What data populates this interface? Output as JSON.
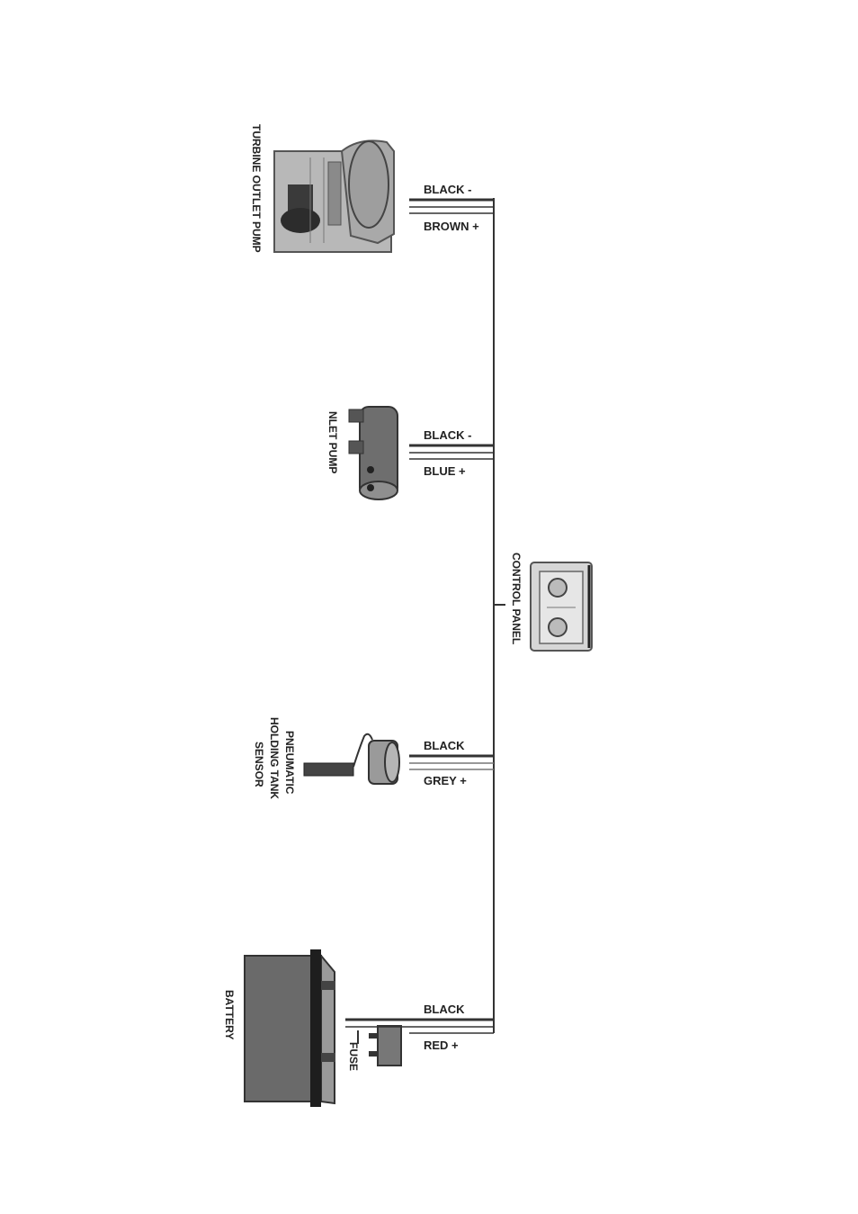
{
  "components": {
    "turbine_pump": {
      "label": "TURBINE OUTLET PUMP"
    },
    "inlet_pump": {
      "label": "NLET PUMP"
    },
    "sensor": {
      "label_lines": [
        "PNEUMATIC",
        "HOLDING TANK",
        "SENSOR"
      ]
    },
    "control_panel": {
      "label": "CONTROL PANEL"
    },
    "battery": {
      "label": "BATTERY"
    },
    "fuse": {
      "label": "FUSE"
    }
  },
  "wires": {
    "turbine_neg": "BLACK -",
    "turbine_pos": "BROWN +",
    "inlet_neg": "BLACK -",
    "inlet_pos": "BLUE +",
    "sensor_neg": "BLACK",
    "sensor_pos": "GREY +",
    "battery_neg": "BLACK",
    "battery_pos": "RED +"
  },
  "colors": {
    "wire_dark": "#333333",
    "wire_light": "#bdbdbd",
    "component_grey": "#8c8c8c"
  }
}
